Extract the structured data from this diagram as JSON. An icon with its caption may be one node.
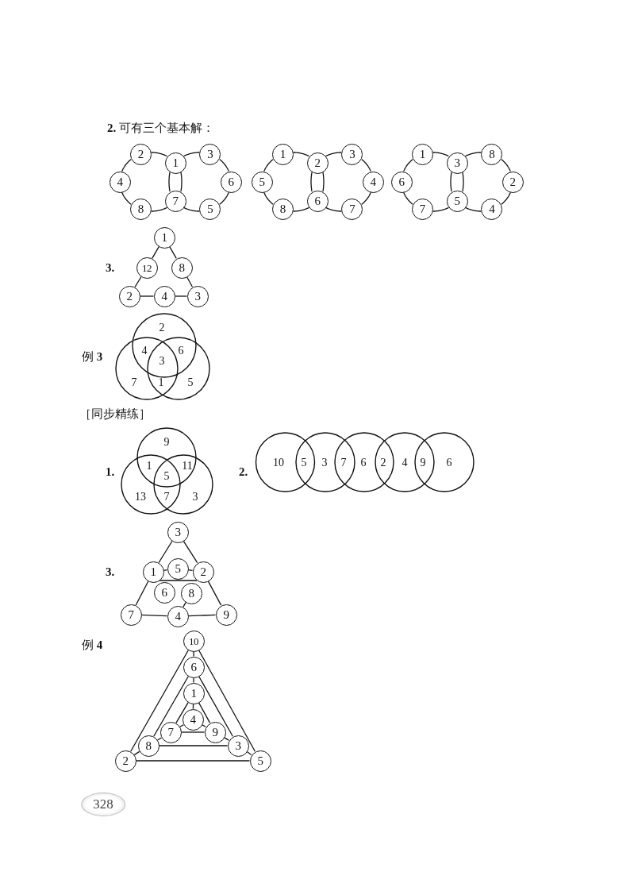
{
  "diagram": {
    "nodes": [
      {
        "text": [
          "2"
        ]
      },
      {
        "text": [
          "3"
        ]
      },
      {
        "text": [
          "1"
        ]
      },
      {
        "text": [
          "4"
        ]
      },
      {
        "text": [
          "6"
        ]
      },
      {
        "text": [
          "7"
        ]
      },
      {
        "text": [
          "8"
        ]
      },
      {
        "text": [
          "5"
        ]
      },
      {
        "text": [
          "1"
        ]
      },
      {
        "text": [
          "3"
        ]
      },
      {
        "text": [
          "2"
        ]
      },
      {
        "text": [
          "5"
        ]
      },
      {
        "text": [
          "4"
        ]
      },
      {
        "text": [
          "6"
        ]
      },
      {
        "text": [
          "8"
        ]
      },
      {
        "text": [
          "7"
        ]
      },
      {
        "text": [
          "1"
        ]
      },
      {
        "text": [
          "8"
        ]
      },
      {
        "text": [
          "3"
        ]
      },
      {
        "text": [
          "6"
        ]
      },
      {
        "text": [
          "2"
        ]
      },
      {
        "text": [
          "5"
        ]
      },
      {
        "text": [
          "7"
        ]
      },
      {
        "text": [
          "4"
        ]
      },
      {
        "text": [
          "1"
        ]
      },
      {
        "text": [
          "12"
        ]
      },
      {
        "text": [
          "8"
        ]
      },
      {
        "text": [
          "2"
        ]
      },
      {
        "text": [
          "4"
        ]
      },
      {
        "text": [
          "3"
        ]
      },
      {
        "text": [
          "3"
        ]
      },
      {
        "text": [
          "1"
        ]
      },
      {
        "text": [
          "5"
        ]
      },
      {
        "text": [
          "2"
        ]
      },
      {
        "text": [
          "6"
        ]
      },
      {
        "text": [
          "8"
        ]
      },
      {
        "text": [
          "7"
        ]
      },
      {
        "text": [
          "4"
        ]
      },
      {
        "text": [
          "9"
        ]
      },
      {
        "text": [
          "10"
        ]
      },
      {
        "text": [
          "6"
        ]
      },
      {
        "text": [
          "1"
        ]
      },
      {
        "text": [
          "4"
        ]
      },
      {
        "text": [
          "7"
        ]
      },
      {
        "text": [
          "9"
        ]
      },
      {
        "text": [
          "8"
        ]
      },
      {
        "text": [
          "3"
        ]
      },
      {
        "text": [
          "2"
        ]
      },
      {
        "text": [
          "5"
        ]
      }
    ],
    "edges": [
      {
        "from": 0,
        "to": 2,
        "arrow": "none"
      },
      {
        "from": 3,
        "to": 0,
        "arrow": "none"
      },
      {
        "from": 6,
        "to": 3,
        "arrow": "none"
      },
      {
        "from": 5,
        "to": 6,
        "arrow": "none"
      },
      {
        "from": 2,
        "to": 1,
        "arrow": "none"
      },
      {
        "from": 1,
        "to": 4,
        "arrow": "none"
      },
      {
        "from": 4,
        "to": 7,
        "arrow": "none"
      },
      {
        "from": 7,
        "to": 5,
        "arrow": "none"
      },
      {
        "from": 2,
        "to": 5,
        "arrow": "none"
      },
      {
        "from": 2,
        "to": 5,
        "arrow": "none"
      },
      {
        "from": 8,
        "to": 10,
        "arrow": "none"
      },
      {
        "from": 11,
        "to": 8,
        "arrow": "none"
      },
      {
        "from": 14,
        "to": 11,
        "arrow": "none"
      },
      {
        "from": 13,
        "to": 14,
        "arrow": "none"
      },
      {
        "from": 10,
        "to": 9,
        "arrow": "none"
      },
      {
        "from": 9,
        "to": 12,
        "arrow": "none"
      },
      {
        "from": 12,
        "to": 15,
        "arrow": "none"
      },
      {
        "from": 15,
        "to": 13,
        "arrow": "none"
      },
      {
        "from": 10,
        "to": 13,
        "arrow": "none"
      },
      {
        "from": 10,
        "to": 13,
        "arrow": "none"
      },
      {
        "from": 16,
        "to": 18,
        "arrow": "none"
      },
      {
        "from": 19,
        "to": 16,
        "arrow": "none"
      },
      {
        "from": 22,
        "to": 19,
        "arrow": "none"
      },
      {
        "from": 21,
        "to": 22,
        "arrow": "none"
      },
      {
        "from": 18,
        "to": 17,
        "arrow": "none"
      },
      {
        "from": 17,
        "to": 20,
        "arrow": "none"
      },
      {
        "from": 20,
        "to": 23,
        "arrow": "none"
      },
      {
        "from": 23,
        "to": 21,
        "arrow": "none"
      },
      {
        "from": 18,
        "to": 21,
        "arrow": "none"
      },
      {
        "from": 18,
        "to": 21,
        "arrow": "none"
      },
      {
        "from": 24,
        "to": 25,
        "arrow": "none"
      },
      {
        "from": 24,
        "to": 26,
        "arrow": "none"
      },
      {
        "from": 25,
        "to": 27,
        "arrow": "none"
      },
      {
        "from": 26,
        "to": 29,
        "arrow": "none"
      },
      {
        "from": 27,
        "to": 28,
        "arrow": "none"
      },
      {
        "from": 28,
        "to": 29,
        "arrow": "none"
      },
      {
        "from": 30,
        "to": 31,
        "arrow": "none"
      },
      {
        "from": 30,
        "to": 33,
        "arrow": "none"
      },
      {
        "from": 31,
        "to": 32,
        "arrow": "none"
      },
      {
        "from": 32,
        "to": 33,
        "arrow": "none"
      },
      {
        "from": 31,
        "to": 33,
        "arrow": "none"
      },
      {
        "from": 31,
        "to": 36,
        "arrow": "none"
      },
      {
        "from": 33,
        "to": 38,
        "arrow": "none"
      },
      {
        "from": 35,
        "to": 37,
        "arrow": "none"
      },
      {
        "from": 36,
        "to": 37,
        "arrow": "none"
      },
      {
        "from": 37,
        "to": 38,
        "arrow": "none"
      },
      {
        "from": 39,
        "to": 40,
        "arrow": "none"
      },
      {
        "from": 40,
        "to": 41,
        "arrow": "none"
      },
      {
        "from": 41,
        "to": 42,
        "arrow": "none"
      },
      {
        "from": 39,
        "to": 47,
        "arrow": "none"
      },
      {
        "from": 39,
        "to": 48,
        "arrow": "none"
      },
      {
        "from": 40,
        "to": 45,
        "arrow": "none"
      },
      {
        "from": 40,
        "to": 46,
        "arrow": "none"
      },
      {
        "from": 41,
        "to": 43,
        "arrow": "none"
      },
      {
        "from": 41,
        "to": 44,
        "arrow": "none"
      },
      {
        "from": 47,
        "to": 45,
        "arrow": "none"
      },
      {
        "from": 45,
        "to": 43,
        "arrow": "none"
      },
      {
        "from": 43,
        "to": 42,
        "arrow": "none"
      },
      {
        "from": 42,
        "to": 44,
        "arrow": "none"
      },
      {
        "from": 44,
        "to": 46,
        "arrow": "none"
      },
      {
        "from": 46,
        "to": 48,
        "arrow": "none"
      },
      {
        "from": 43,
        "to": 44,
        "arrow": "none"
      },
      {
        "from": 45,
        "to": 46,
        "arrow": "none"
      },
      {
        "from": 47,
        "to": 48,
        "arrow": "none"
      }
    ],
    "labels": [
      "**2.** 可有三个基本解：",
      "3.",
      "例 **3**",
      "2",
      "4",
      "6",
      "3",
      "7",
      "1",
      "5",
      "［同步精练］",
      "1.",
      "9",
      "1",
      "11",
      "5",
      "13",
      "7",
      "3",
      "2.",
      "10",
      "5",
      "3",
      "7",
      "6",
      "2",
      "4",
      "9",
      "6",
      "3.",
      "例 **4**",
      "328"
    ]
  }
}
